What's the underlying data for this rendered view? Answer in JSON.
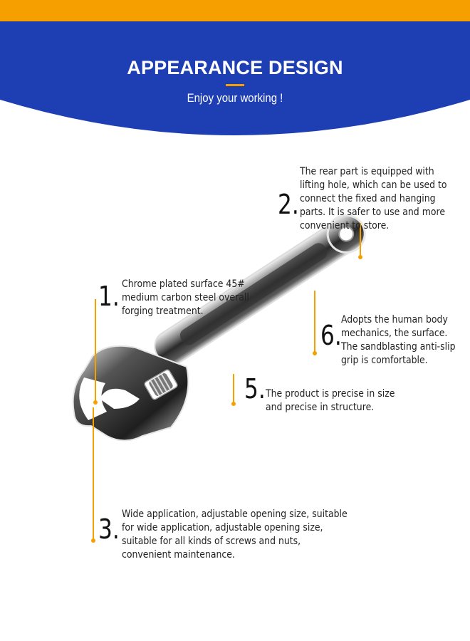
{
  "header": {
    "title": "APPEARANCE DESIGN",
    "subtitle": "Enjoy your working !"
  },
  "colors": {
    "accent": "#f5a000",
    "banner": "#1e3fb4"
  },
  "features": [
    {
      "number": "1.",
      "text": "Chrome plated surface 45# medium carbon steel overall forging treatment."
    },
    {
      "number": "2.",
      "text": "The rear part is equipped with lifting hole, which can be used to connect the fixed and hanging parts. It is safer to use and more convenient to store."
    },
    {
      "number": "3.",
      "text": "Wide application, adjustable opening size, suitable for wide application, adjustable opening size, suitable for all kinds of screws and nuts, convenient maintenance."
    },
    {
      "number": "5.",
      "text": "The product is precise in size and precise in structure."
    },
    {
      "number": "6.",
      "text": "Adopts the human body mechanics, the surface. The sandblasting anti-slip grip is comfortable."
    }
  ],
  "product_image": "adjustable-wrench"
}
